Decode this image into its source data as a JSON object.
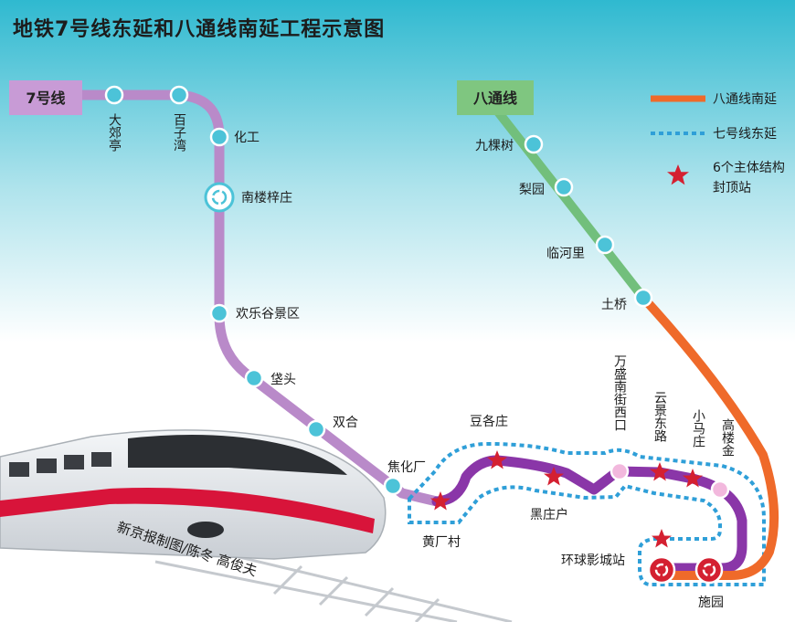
{
  "title": "地铁7号线东延和八通线南延工程示意图",
  "credit": "新京报制图/陈冬  高俊夫",
  "colors": {
    "line7": "#b98ac9",
    "line7_ext": "#8a36a8",
    "batong": "#72bf7c",
    "batong_ext": "#ef6a2a",
    "dotted": "#2f9fd8",
    "station": "#4cc3d8",
    "star": "#d42031"
  },
  "legend": {
    "batong_ext": "八通线南延",
    "line7_ext": "七号线东延",
    "star_line1": "6个主体结构",
    "star_line2": "封顶站"
  },
  "lines": {
    "line7": "7号线",
    "batong": "八通线"
  },
  "stations": {
    "dajiaoting": "大郊亭",
    "baiziwan": "百子湾",
    "huagong": "化工",
    "nanlouzizhuang": "南楼梓庄",
    "huanlegu": "欢乐谷景区",
    "daotou": "垡头",
    "shuanghe": "双合",
    "jiaohuachang": "焦化厂",
    "huangchangcun": "黄厂村",
    "dougezhuang": "豆各庄",
    "heizhuanghu": "黑庄户",
    "wanshengnanjiexikou": "万盛南街西口",
    "yunjingdonglu": "云景东路",
    "xiaomazhuang": "小马庄",
    "gaoloujin": "高楼金",
    "huanqiuyingcheng": "环球影城站",
    "shiyuan": "施园",
    "jiukeshu": "九棵树",
    "liyuan": "梨园",
    "linheli": "临河里",
    "tuqiao": "土桥"
  }
}
